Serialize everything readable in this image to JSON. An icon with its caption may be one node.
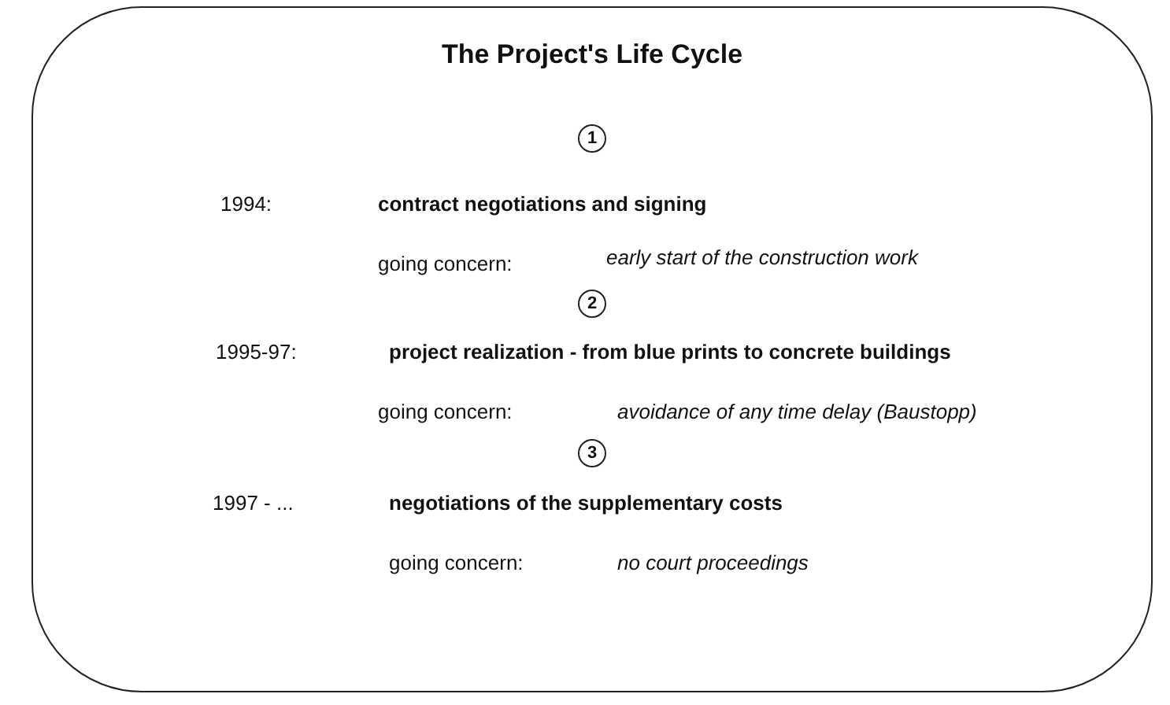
{
  "diagram": {
    "nodes": [
      {
        "text": [
          "The Project's Life Cycle"
        ]
      },
      {
        "text": [
          "1"
        ],
        "in": 0
      },
      {
        "text": [
          "2"
        ],
        "in": 0
      },
      {
        "text": [
          "3"
        ],
        "in": 0
      }
    ],
    "edges": [],
    "labels": [
      "1994:",
      "contract negotiations and signing",
      "going concern:",
      "early start of the construction work",
      "1995-97:",
      "project realization - from blue prints to concrete buildings",
      "going concern:",
      "avoidance of any time delay (Baustopp)",
      "1997 - ...",
      "negotiations of the supplementary costs",
      "going concern:",
      "no court proceedings"
    ]
  }
}
